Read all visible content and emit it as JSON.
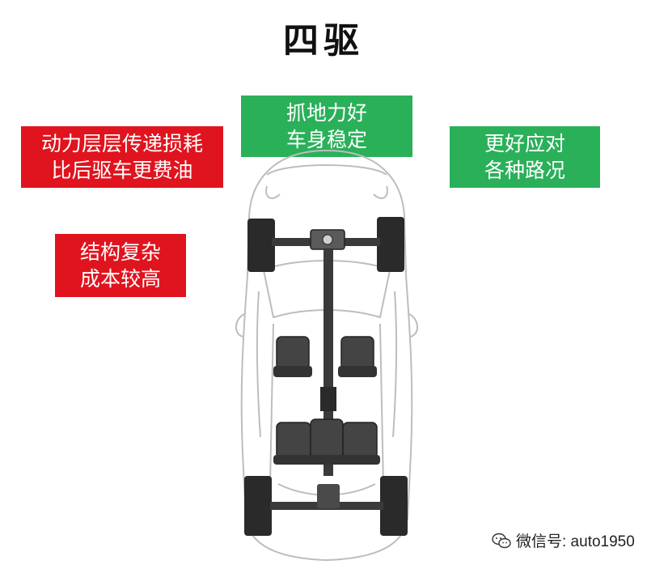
{
  "title": "四驱",
  "labels": {
    "loss": {
      "line1": "动力层层传递损耗",
      "line2": "比后驱车更费油",
      "color": "#e0141e"
    },
    "grip": {
      "line1": "抓地力好",
      "line2": "车身稳定",
      "color": "#2bb05a"
    },
    "roads": {
      "line1": "更好应对",
      "line2": "各种路况",
      "color": "#2bb05a"
    },
    "complex": {
      "line1": "结构复杂",
      "line2": "成本较高",
      "color": "#e0141e"
    }
  },
  "watermark": {
    "icon": "wechat-icon",
    "text": "微信号: auto1950"
  }
}
